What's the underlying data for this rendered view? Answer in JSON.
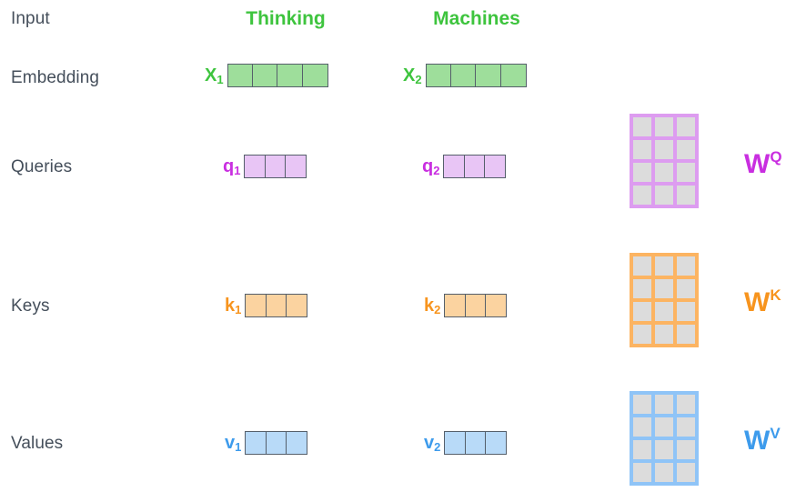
{
  "diagram": {
    "title_row_label": "Input",
    "columns": [
      {
        "name": "col-thinking",
        "label": "Thinking",
        "color": "#3ec43e"
      },
      {
        "name": "col-machines",
        "label": "Machines",
        "color": "#3ec43e"
      }
    ],
    "rows": [
      {
        "name": "row-embedding",
        "label": "Embedding",
        "color": "#3ec43e",
        "cell_count": 4,
        "vectors": [
          {
            "base": "X",
            "subscript": "1"
          },
          {
            "base": "X",
            "subscript": "2"
          }
        ],
        "matrix": null
      },
      {
        "name": "row-queries",
        "label": "Queries",
        "color": "#c92ee0",
        "cell_count": 3,
        "vectors": [
          {
            "base": "q",
            "subscript": "1"
          },
          {
            "base": "q",
            "subscript": "2"
          }
        ],
        "matrix": {
          "name": "weight-matrix-query",
          "base": "W",
          "superscript": "Q",
          "rows": 4,
          "cols": 3,
          "grid_color": "#dd9cf0",
          "cell_color": "#dcdcdc"
        }
      },
      {
        "name": "row-keys",
        "label": "Keys",
        "color": "#f7941e",
        "cell_count": 3,
        "vectors": [
          {
            "base": "k",
            "subscript": "1"
          },
          {
            "base": "k",
            "subscript": "2"
          }
        ],
        "matrix": {
          "name": "weight-matrix-key",
          "base": "W",
          "superscript": "K",
          "rows": 4,
          "cols": 3,
          "grid_color": "#fcb462",
          "cell_color": "#dcdcdc"
        }
      },
      {
        "name": "row-values",
        "label": "Values",
        "color": "#3d9bec",
        "cell_count": 3,
        "vectors": [
          {
            "base": "v",
            "subscript": "1"
          },
          {
            "base": "v",
            "subscript": "2"
          }
        ],
        "matrix": {
          "name": "weight-matrix-value",
          "base": "W",
          "superscript": "V",
          "rows": 4,
          "cols": 3,
          "grid_color": "#8fc4f7",
          "cell_color": "#dcdcdc"
        }
      }
    ],
    "colors": {
      "background": "#ffffff",
      "label_text": "#454f5b",
      "embedding_fill": "#9ede9b",
      "queries_fill": "#e8c5f5",
      "keys_fill": "#fbd3a0",
      "values_fill": "#b8daf8",
      "cell_border": "#555f6b",
      "matrix_cell": "#dcdcdc"
    }
  }
}
